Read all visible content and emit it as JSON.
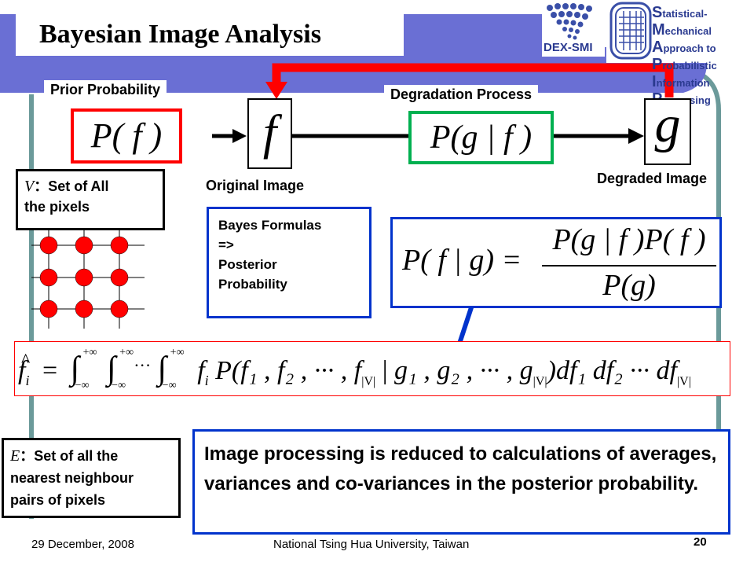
{
  "header": {
    "title": "Bayesian Image Analysis",
    "logo_left_text": "DEX-SMI",
    "logo_right_lines": [
      {
        "big": "S",
        "rest": "tatistical-",
        "big2": "M",
        "rest2": "echanical"
      },
      {
        "big": "A",
        "rest": "pproach to ",
        "big2": "P",
        "rest2": "robabilistic"
      },
      {
        "big": "I",
        "rest": "nformation ",
        "big2": "P",
        "rest2": "rocessing"
      }
    ]
  },
  "labels": {
    "prior": "Prior Probability",
    "degradation": "Degradation Process",
    "original": "Original Image",
    "degraded": "Degraded Image"
  },
  "symbols": {
    "prior_formula": "P( f )",
    "f": "f",
    "likelihood": "P(g | f )",
    "g": "g"
  },
  "v_box": {
    "symbol": "V",
    "colon": "：",
    "text1": "Set of All",
    "text2": "the pixels"
  },
  "bayes_box": {
    "line1": "Bayes Formulas",
    "line2": "=>",
    "line3": "Posterior",
    "line4": "Probability"
  },
  "bayes_formula": {
    "lhs": "P( f | g) =",
    "numerator": "P(g | f )P( f )",
    "denominator": "P(g)"
  },
  "estimator_formula": {
    "lhs_f": "f",
    "lhs_i": "i",
    "eq": "=",
    "int_up": "+∞",
    "int_low": "−∞",
    "dots": "···",
    "body": "f",
    "body_sub": "i",
    "pfun": "P(",
    "args": "f₁ , f₂ , ··· , f",
    "argsV": "|V|",
    "bar": " | ",
    "gargs": "g₁ , g₂ , ··· , g",
    "close": ")",
    "diffs": "df₁ df₂ ··· df"
  },
  "e_box": {
    "symbol": "E",
    "colon": "：",
    "text1": "Set of all the",
    "text2": "nearest neighbour",
    "text3": "pairs of pixels"
  },
  "summary": "Image processing is reduced to calculations of averages, variances and co-variances in the posterior probability.",
  "footer": {
    "date": "29 December, 2008",
    "institution": "National Tsing Hua University, Taiwan",
    "page": "20"
  },
  "colors": {
    "banner": "#6a6fd4",
    "frame": "#6b9a9a",
    "red": "#ff0000",
    "green": "#00b050",
    "blue": "#0033cc",
    "node": "#ff0000"
  }
}
